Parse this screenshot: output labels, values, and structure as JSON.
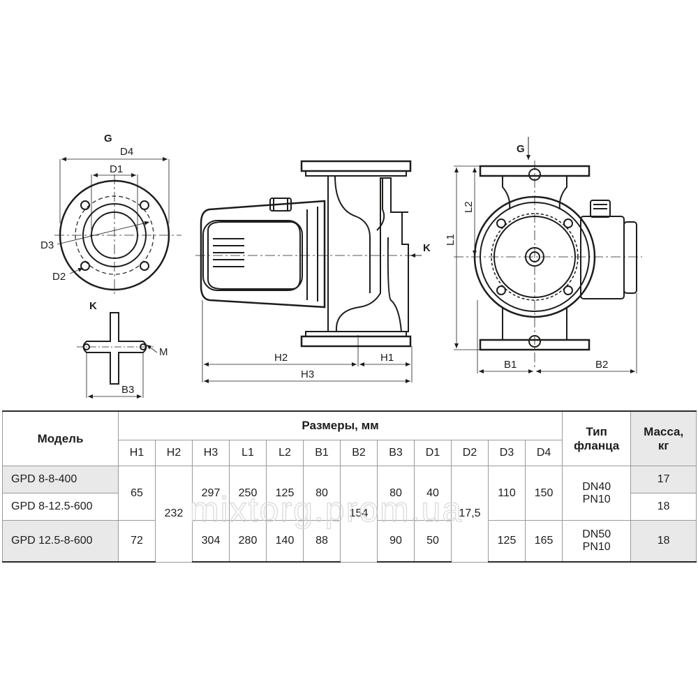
{
  "drawing": {
    "labels": {
      "g_left": "G",
      "d4": "D4",
      "d1": "D1",
      "d3": "D3",
      "d2": "D2",
      "k_left": "K",
      "m": "M",
      "b3": "B3",
      "k_mid": "K",
      "h2": "H2",
      "h1": "H1",
      "h3": "H3",
      "g_right": "G",
      "l2": "L2",
      "l1": "L1",
      "b1": "B1",
      "b2": "B2"
    }
  },
  "watermark": "mixtorg.prom.ua",
  "table": {
    "model_header": "Модель",
    "dims_header": "Размеры, мм",
    "flange_header_line1": "Тип",
    "flange_header_line2": "фланца",
    "mass_header_line1": "Масса,",
    "mass_header_line2": "кг",
    "dim_columns": [
      "H1",
      "H2",
      "H3",
      "L1",
      "L2",
      "B1",
      "B2",
      "B3",
      "D1",
      "D2",
      "D3",
      "D4"
    ],
    "rows": [
      {
        "model": "GPD 8-8-400",
        "mass": "17"
      },
      {
        "model": "GPD 8-12.5-600",
        "mass": "18"
      },
      {
        "model": "GPD 12.5-8-600",
        "mass": "18"
      }
    ],
    "group1": {
      "h1": "65",
      "h3": "297",
      "l1": "250",
      "l2": "125",
      "b1": "80",
      "b3": "80",
      "d1": "40",
      "d3": "110",
      "d4": "150",
      "flange_line1": "DN40",
      "flange_line2": "PN10"
    },
    "group2": {
      "h1": "72",
      "h3": "304",
      "l1": "280",
      "l2": "140",
      "b1": "88",
      "b3": "90",
      "d1": "50",
      "d3": "125",
      "d4": "165",
      "flange_line1": "DN50",
      "flange_line2": "PN10"
    },
    "shared": {
      "h2": "232",
      "b2": "154",
      "d2": "17,5"
    }
  }
}
